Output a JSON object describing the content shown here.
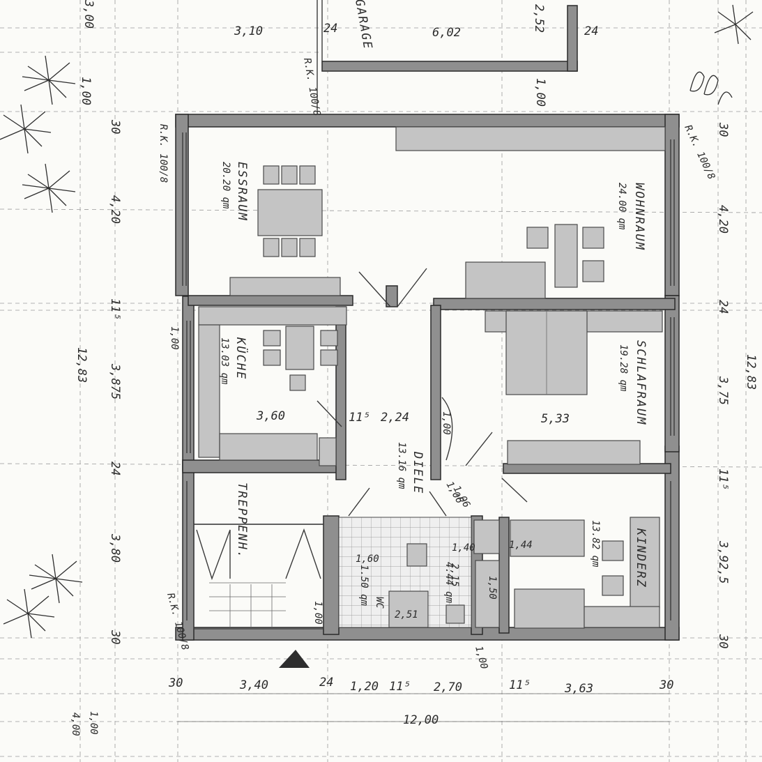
{
  "rooms": {
    "esszimmer": {
      "name": "ESSRAUM",
      "area": "20.20 qm"
    },
    "wohnzimmer": {
      "name": "WOHNRAUM",
      "area": "24.00 qm"
    },
    "kueche": {
      "name": "KÜCHE",
      "area": "13.03 qm"
    },
    "schlafzimmer": {
      "name": "SCHLAFRAUM",
      "area": "19.28 qm"
    },
    "diele": {
      "name": "DIELE",
      "area": "13.16 qm"
    },
    "treppenhaus": {
      "name": "TREPPENH."
    },
    "kinderzimmer": {
      "name": "KINDERZ",
      "area": "13.82 qm"
    },
    "bad": {
      "area": "4.44 qm"
    },
    "wc": {
      "name": "WC",
      "area": "1.50 qm"
    }
  },
  "labels": {
    "rk_top_left": "R.K. 100/8",
    "rk_top_right": "R.K. 100/8",
    "rk_bottom_left": "R.K. 100/8",
    "rk_top_mid": "R.K. 100/8",
    "garage": "GARAGE"
  },
  "dimensions": {
    "bottom_total": "12,00",
    "bottom": [
      "30",
      "3,40",
      "24",
      "1,20",
      "11⁵",
      "2,70",
      "11⁵",
      "3,63",
      "30"
    ],
    "left_total": "12,83",
    "left": [
      "30",
      "4,20",
      "11⁵",
      "3,875",
      "24",
      "3,80",
      "30"
    ],
    "right_total": "12,83",
    "right": [
      "30",
      "4,20",
      "24",
      "3,75",
      "11⁵",
      "3,92,5",
      "30"
    ],
    "top": [
      "3,10",
      "24",
      "6,02",
      "24",
      "2,52",
      "1,00",
      "1,00",
      "3,00"
    ],
    "inner": [
      "3,60",
      "2,24",
      "5,33",
      "11⁵",
      "1,60",
      "2,15",
      "1,06",
      "1,00",
      "1,00",
      "1,00",
      "1,50",
      "2,51",
      "1,44",
      "1,06",
      "1,00",
      "1,40",
      "4,00",
      "1,00"
    ]
  }
}
